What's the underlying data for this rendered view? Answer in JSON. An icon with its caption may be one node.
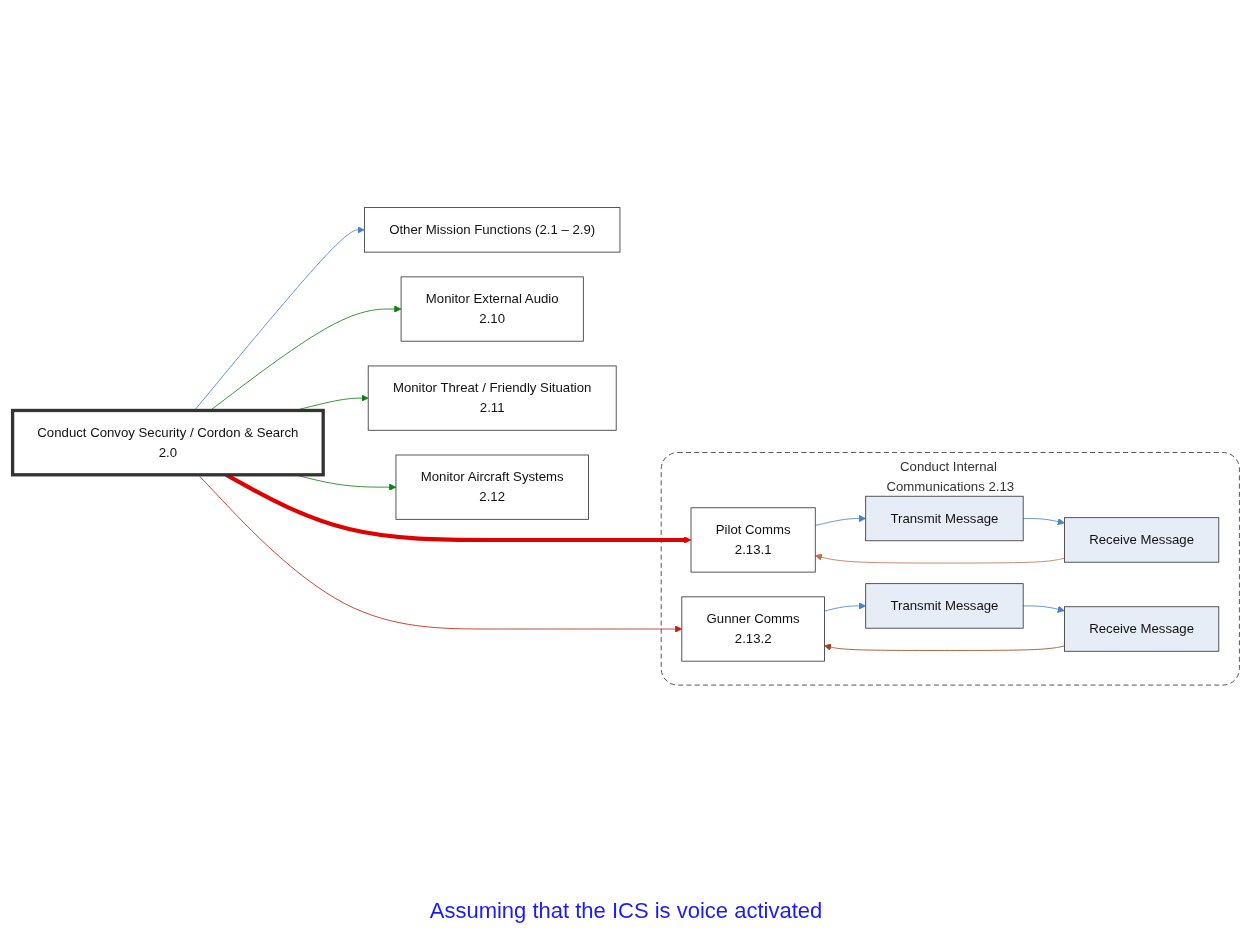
{
  "diagram": {
    "nodes": [
      {
        "text": [
          "Conduct Convoy Security / Cordon & Search",
          "2.0"
        ]
      },
      {
        "text": [
          "Other Mission Functions (2.1 – 2.9)"
        ]
      },
      {
        "text": [
          "Conduct Internal Communications 2.13"
        ]
      },
      {
        "text": [
          "Pilot Comms",
          "2.13.1"
        ],
        "in": 2
      },
      {
        "text": [
          "Transmit Message"
        ],
        "in": 2
      },
      {
        "text": [
          "Receive Message"
        ],
        "in": 2
      },
      {
        "text": [
          "Gunner Comms",
          "2.13.2"
        ],
        "in": 2
      },
      {
        "text": [
          "Transmit Message"
        ],
        "in": 2
      },
      {
        "text": [
          "Receive Message"
        ],
        "in": 2
      },
      {
        "text": [
          "Monitor External Audio",
          "2.10"
        ]
      },
      {
        "text": [
          "Monitor Threat / Friendly Situation",
          "2.11"
        ]
      },
      {
        "text": [
          "Monitor Aircraft Systems",
          "2.12"
        ]
      }
    ],
    "edges": [
      {
        "from": 0,
        "to": 1,
        "arrow": "to"
      },
      {
        "from": 0,
        "to": 3,
        "arrow": "to",
        "style": "thick",
        "color": "#e00000"
      },
      {
        "from": 3,
        "to": 4,
        "arrow": "to"
      },
      {
        "from": 4,
        "to": 5,
        "arrow": "to"
      },
      {
        "from": 5,
        "to": 3,
        "arrow": "to",
        "color": "#c0704a"
      },
      {
        "from": 0,
        "to": 6,
        "arrow": "to",
        "color": "#c02010"
      },
      {
        "from": 6,
        "to": 7,
        "arrow": "to"
      },
      {
        "from": 7,
        "to": 8,
        "arrow": "to"
      },
      {
        "from": 8,
        "to": 6,
        "arrow": "to",
        "color": "#a0401a"
      },
      {
        "from": 0,
        "to": 9,
        "arrow": "to",
        "color": "#108010"
      },
      {
        "from": 0,
        "to": 10,
        "arrow": "to",
        "color": "#108010"
      },
      {
        "from": 0,
        "to": 11,
        "arrow": "to",
        "color": "#108010"
      }
    ],
    "labels": [
      "Assuming that the ICS is voice activated"
    ]
  }
}
